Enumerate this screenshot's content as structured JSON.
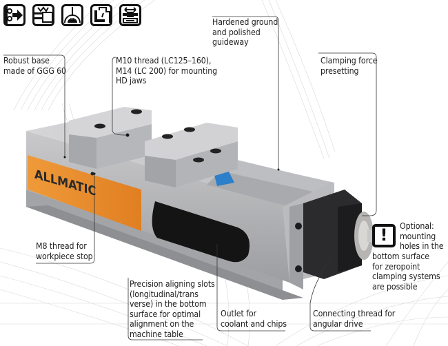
{
  "icons": [
    {
      "name": "quick-clamping-icon"
    },
    {
      "name": "clamping-force-icon"
    },
    {
      "name": "force-presetting-dial-icon"
    },
    {
      "name": "angular-drive-icon"
    },
    {
      "name": "alignment-slot-icon"
    }
  ],
  "brand": {
    "logo_text": "ALLMATIC",
    "label_color": "#e8892e"
  },
  "callouts": {
    "robust_base": [
      "Robust base",
      "made of GGG 60"
    ],
    "m10_thread": [
      "M10 thread (LC125–160),",
      "M14 (LC 200) for mounting",
      "HD jaws"
    ],
    "guideway": [
      "Hardened ground",
      "and polished",
      "guideway"
    ],
    "clamping_force": [
      "Clamping force",
      "presetting"
    ],
    "optional_mounting": [
      "Optional:",
      "mounting",
      "holes in the",
      "bottom surface",
      "for zeropoint",
      "clamping systems",
      "are possible"
    ],
    "m8_thread": [
      "M8 thread for",
      "workpiece stop"
    ],
    "precision_slots": [
      "Precision aligning slots",
      "(longitudinal/trans",
      "verse) in the bottom",
      "surface for optimal",
      "alignment on the",
      "machine table"
    ],
    "outlet": [
      "Outlet for",
      "coolant and chips"
    ],
    "connecting_thread": [
      "Connecting thread for",
      "angular drive"
    ]
  },
  "warning_symbol": "!"
}
